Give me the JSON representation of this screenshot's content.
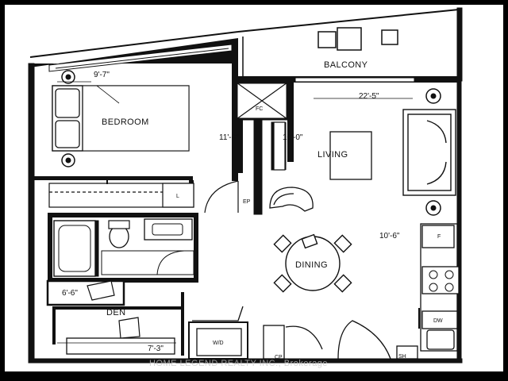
{
  "rooms": {
    "balcony": "BALCONY",
    "bedroom": "BEDROOM",
    "living": "LIVING",
    "dining": "DINING",
    "den": "DEN"
  },
  "dimensions": {
    "bedroom_width": "9'-7\"",
    "living_width": "22'-5\"",
    "bedroom_depth": "11'-0\"",
    "living_depth": "10'-0\"",
    "dining_depth": "10'-6\"",
    "den_depth": "6'-6\"",
    "den_width": "7'-3\""
  },
  "fixtures": {
    "fan_coil": "FC",
    "linen": "L",
    "electrical_panel": "EP",
    "fridge": "F",
    "dishwasher": "DW",
    "washer_dryer": "W/D",
    "closet_pantry": "CP",
    "shelf": "SH"
  },
  "watermark": "HOME LEGEND REALTY INC., Brokerage"
}
